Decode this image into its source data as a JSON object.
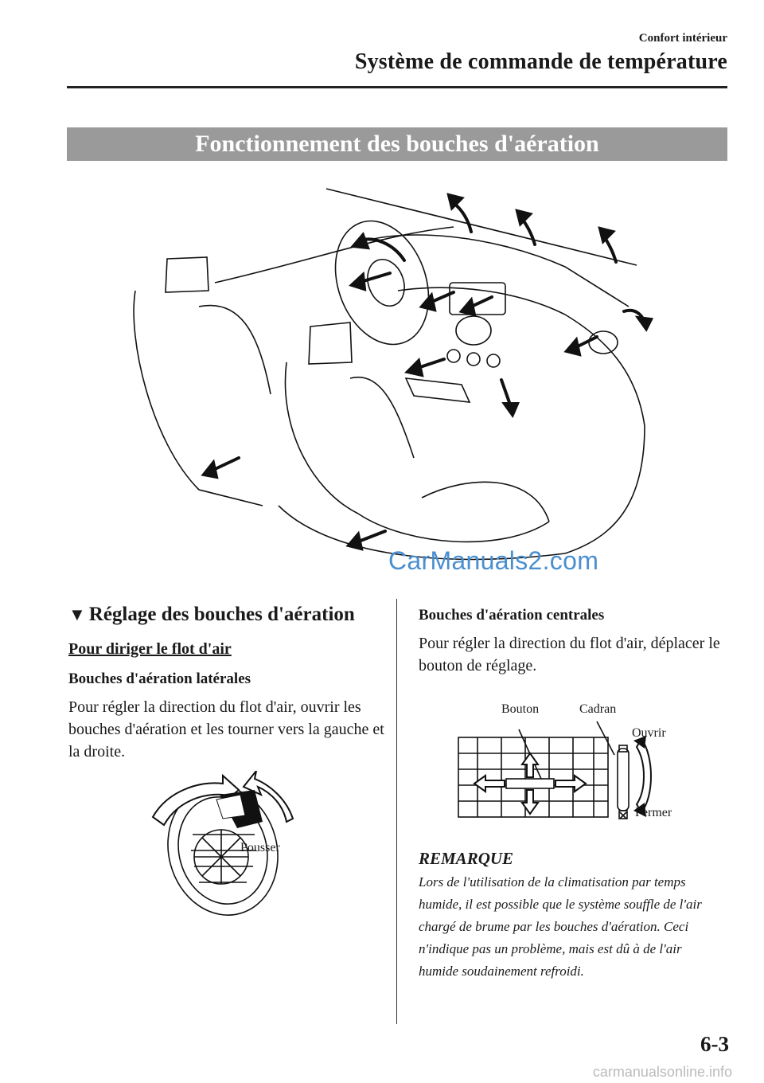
{
  "header": {
    "section": "Confort intérieur",
    "title": "Système de commande de température"
  },
  "banner_title": "Fonctionnement des bouches d'aération",
  "watermark": "CarManuals2.com",
  "left_column": {
    "heading_marker": "▼",
    "heading": "Réglage des bouches d'aération",
    "subheading": "Pour diriger le flot d'air",
    "side_vents_title": "Bouches d'aération latérales",
    "side_vents_text": "Pour régler la direction du flot d'air, ouvrir les bouches d'aération et les tourner vers la gauche et la droite.",
    "side_vent_label_push": "Pousser"
  },
  "right_column": {
    "center_vents_title": "Bouches d'aération centrales",
    "center_vents_text": "Pour régler la direction du flot d'air, déplacer le bouton de réglage.",
    "labels": {
      "knob": "Bouton",
      "dial": "Cadran",
      "open": "Ouvrir",
      "close": "Fermer"
    },
    "note_title": "REMARQUE",
    "note_text": "Lors de l'utilisation de la climatisation par temps humide, il est possible que le système souffle de l'air chargé de brume par les bouches d'aération. Ceci n'indique pas un problème, mais est dû à de l'air humide soudainement refroidi."
  },
  "page_number": "6-3",
  "footer_watermark": "carmanualsonline.info"
}
